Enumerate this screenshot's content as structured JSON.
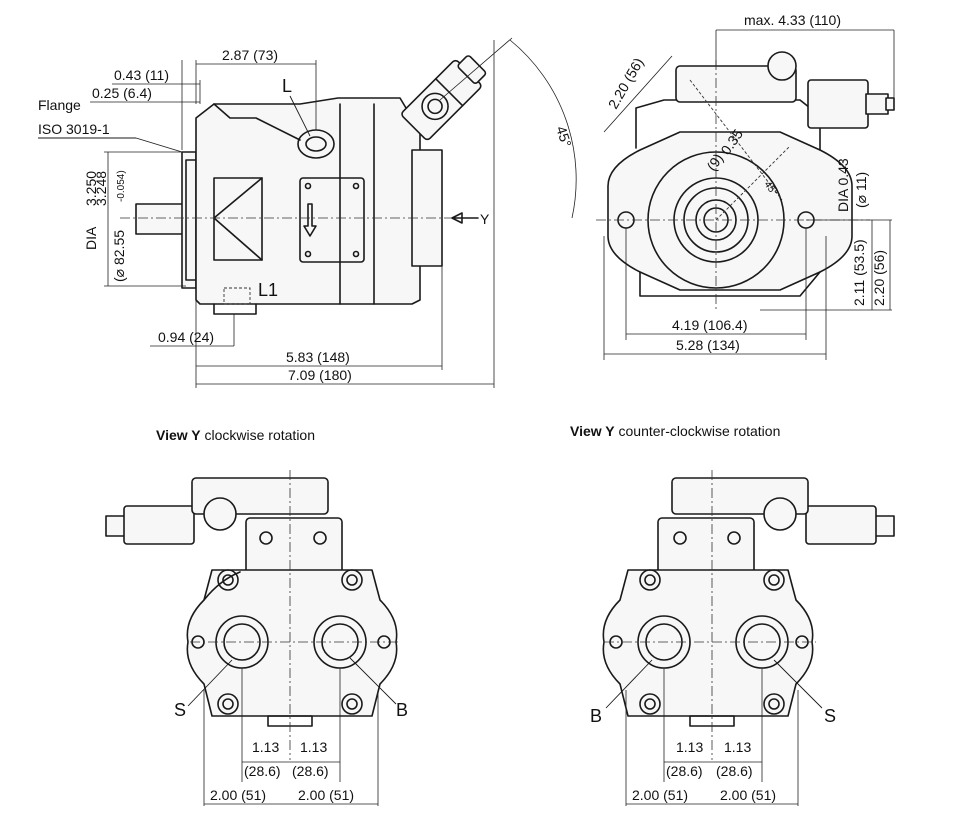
{
  "side_view": {
    "flange_label": "Flange",
    "flange_standard": "ISO 3019-1",
    "dim_0_43": "0.43 (11)",
    "dim_0_25": "0.25 (6.4)",
    "dim_2_87": "2.87 (73)",
    "port_L": "L",
    "port_L1": "L1",
    "angle_45": "45°",
    "view_Y": "Y",
    "dia_label": "DIA",
    "dia_3_250": "3.250",
    "dia_3_248": "3.248",
    "dia_82_55": "(⌀ 82.55",
    "dia_tol": "-0.054)",
    "dim_0_94": "0.94 (24)",
    "dim_5_83": "5.83 (148)",
    "dim_7_09": "7.09 (180)"
  },
  "front_view": {
    "dim_max_4_33": "max. 4.33 (110)",
    "dim_2_20_top": "2.20 (56)",
    "dim_0_35": "0.35",
    "dim_9": "(9)",
    "angle_45": "45°",
    "dia_0_43": "DIA 0.43",
    "dia_11": "(⌀ 11)",
    "dim_2_11": "2.11 (53.5)",
    "dim_2_20_side": "2.20 (56)",
    "dim_4_19": "4.19 (106.4)",
    "dim_5_28": "5.28 (134)"
  },
  "view_cw": {
    "caption_bold": "View Y",
    "caption_rest": " clockwise rotation",
    "port_S": "S",
    "port_B": "B",
    "dim_1_13_a": "1.13",
    "dim_1_13_b": "1.13",
    "dim_28_6_a": "(28.6)",
    "dim_28_6_b": "(28.6)",
    "dim_2_00_a": "2.00 (51)",
    "dim_2_00_b": "2.00 (51)"
  },
  "view_ccw": {
    "caption_bold": "View Y",
    "caption_rest": " counter-clockwise rotation",
    "port_B": "B",
    "port_S": "S",
    "dim_1_13_a": "1.13",
    "dim_1_13_b": "1.13",
    "dim_28_6_a": "(28.6)",
    "dim_28_6_b": "(28.6)",
    "dim_2_00_a": "2.00 (51)",
    "dim_2_00_b": "2.00 (51)"
  }
}
